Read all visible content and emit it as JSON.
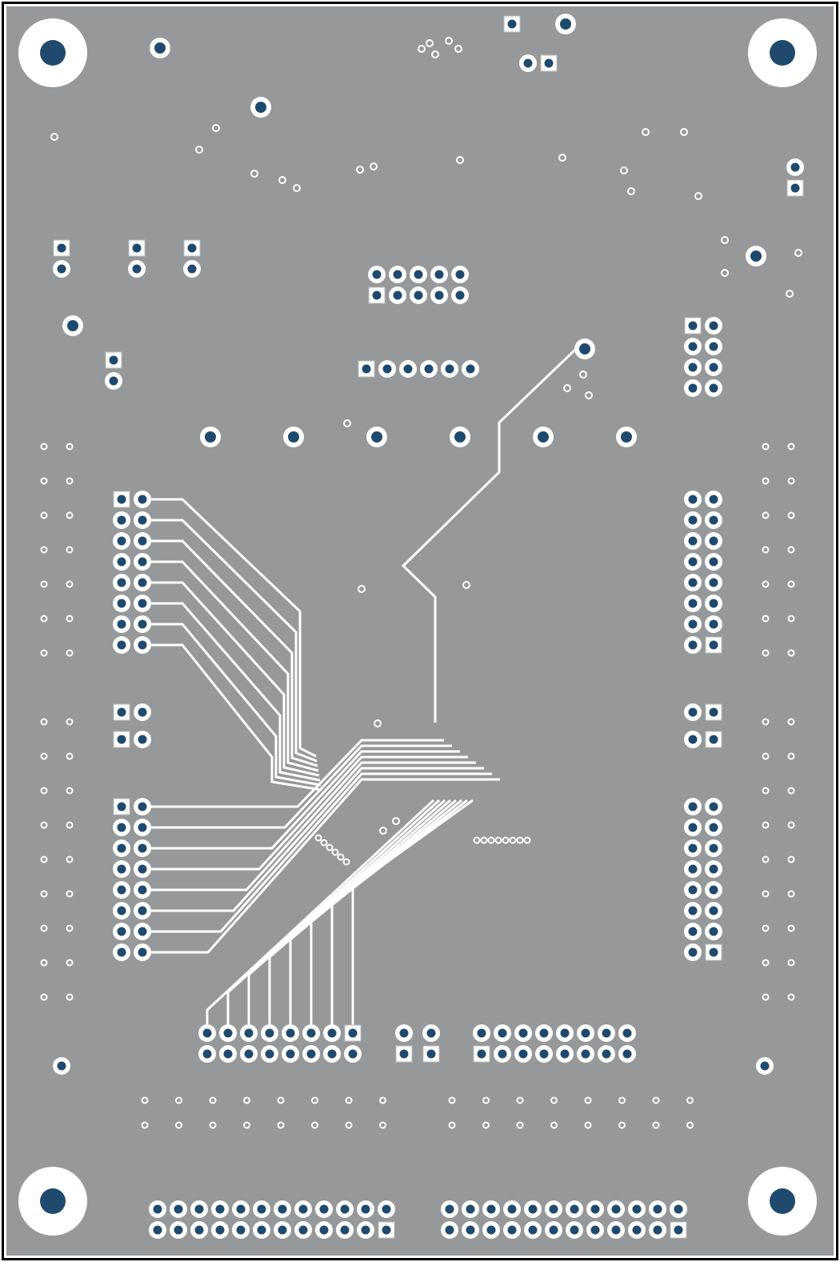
{
  "colors": {
    "board": "#97989a",
    "outline": "#000000",
    "copper": "#ffffff",
    "drill": "#1f4a6e",
    "mounting_hole_pad": "#ffffff"
  },
  "icons": {
    "mounting_hole": "circle-pad",
    "through_hole_pad": "ring-pad",
    "square_pad": "square-pad",
    "via": "small-ring"
  }
}
